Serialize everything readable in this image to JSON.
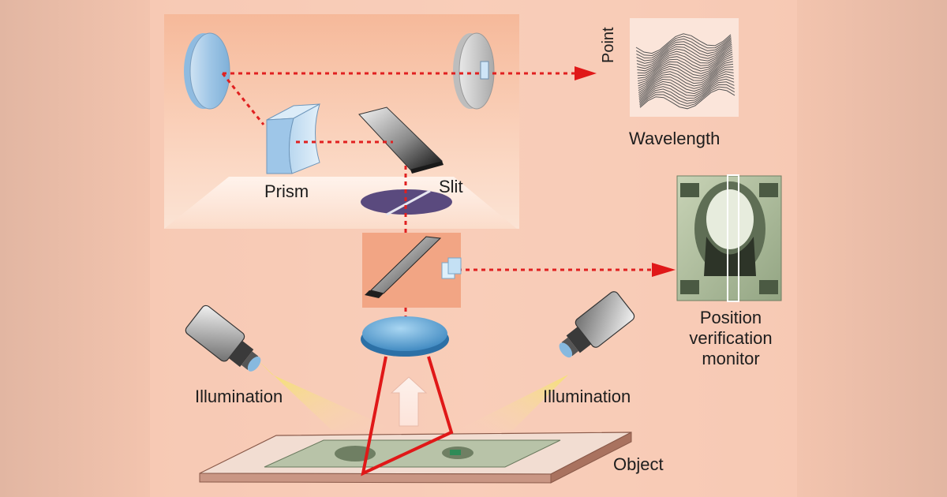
{
  "labels": {
    "prism": "Prism",
    "slit": "Slit",
    "point": "Point",
    "wavelength": "Wavelength",
    "illumination_left": "Illumination",
    "illumination_right": "Illumination",
    "position_verification_monitor": [
      "Position",
      "verification",
      "monitor"
    ],
    "object": "Object"
  },
  "colors": {
    "background_center": "#f7c7b2",
    "background_side": "#e4b8a4",
    "spectrometer_box": "#ee9d7a",
    "beam_dotted": "#e02020",
    "arrow": "#e01818",
    "light_cone": "#f2e64a",
    "lens": "#5aa6d6",
    "table": "#c99684"
  },
  "icons": [
    "lens-icon",
    "prism-icon",
    "slit-mirror-icon",
    "beam-splitter-icon",
    "camera-icon",
    "dollar-bill-icon",
    "spectral-plot-icon"
  ]
}
